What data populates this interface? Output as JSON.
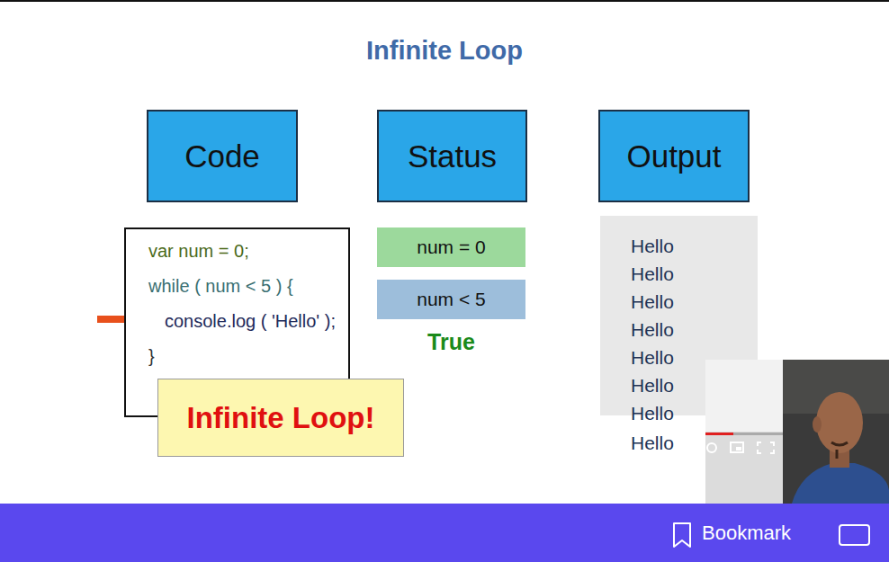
{
  "diagram": {
    "title": "Infinite Loop",
    "nodes": [
      {
        "text": [
          "Code"
        ]
      },
      {
        "text": [
          "Status"
        ]
      },
      {
        "text": [
          "Output"
        ]
      },
      {
        "text": [
          "var num = 0;",
          "while ( num < 5 ) {",
          "console.log ( 'Hello' );",
          "}"
        ]
      },
      {
        "text": [
          "num = 0"
        ]
      },
      {
        "text": [
          "num < 5"
        ]
      },
      {
        "text": [
          "Hello",
          "Hello",
          "Hello",
          "Hello",
          "Hello",
          "Hello",
          "Hello"
        ]
      },
      {
        "text": [
          "Infinite Loop!"
        ]
      },
      {
        "text": [
          "Bookmark"
        ]
      }
    ],
    "labels": [
      "True",
      "Hello"
    ]
  }
}
